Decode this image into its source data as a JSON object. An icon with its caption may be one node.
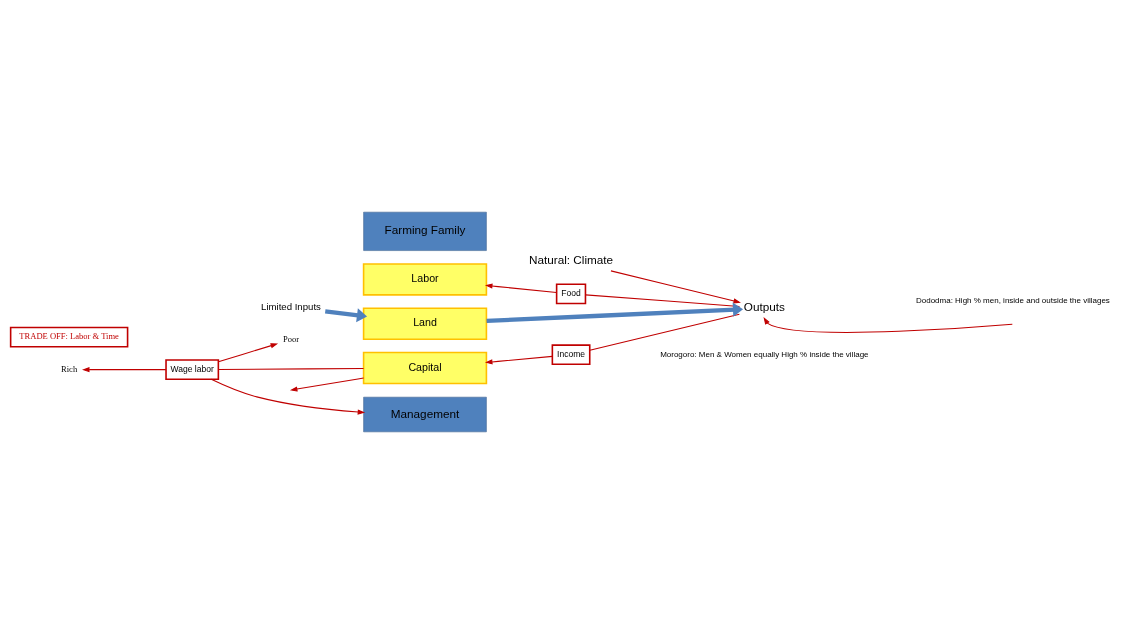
{
  "diagram": {
    "nodes": [
      {
        "text": [
          "Natural: Climate"
        ]
      },
      {
        "text": [
          "Farming Family"
        ]
      },
      {
        "text": [
          "Labor"
        ]
      },
      {
        "text": [
          "Land"
        ]
      },
      {
        "text": [
          "Capital"
        ]
      },
      {
        "text": [
          "Management"
        ]
      },
      {
        "text": [
          "Limited Inputs"
        ]
      },
      {
        "text": [
          "Outputs"
        ]
      },
      {
        "text": [
          "Food"
        ]
      },
      {
        "text": [
          "Income"
        ]
      },
      {
        "text": [
          "Wage labor"
        ]
      },
      {
        "text": [
          "Rich"
        ]
      },
      {
        "text": [
          "Poor"
        ]
      },
      {
        "text": [
          "TRADE OFF: Labor & Time"
        ]
      }
    ],
    "edges": [
      {
        "from": 0,
        "to": 7,
        "arrow": "to"
      },
      {
        "from": 6,
        "to": 3,
        "arrow": "to",
        "style": "thick",
        "color": "#4f81bd"
      },
      {
        "from": 3,
        "to": 7,
        "arrow": "to",
        "style": "thick",
        "color": "#4f81bd"
      },
      {
        "from": 7,
        "to": 8,
        "arrow": "none"
      },
      {
        "from": 8,
        "to": 2,
        "arrow": "to"
      },
      {
        "from": 7,
        "to": 9,
        "arrow": "none"
      },
      {
        "from": 9,
        "to": 4,
        "arrow": "to"
      },
      {
        "from": null,
        "to": 7,
        "arrow": "to"
      },
      {
        "from": 4,
        "to": null,
        "arrow": "to"
      },
      {
        "from": 4,
        "to": 10,
        "arrow": "none"
      },
      {
        "from": 10,
        "to": 5,
        "arrow": "to"
      },
      {
        "from": 10,
        "to": 11,
        "arrow": "to"
      },
      {
        "from": 10,
        "to": 12,
        "arrow": "to"
      }
    ],
    "labels": [
      "Dododma: High % men, inside and outside the villages",
      "Morogoro: Men & Women equally High % inside the village"
    ]
  }
}
